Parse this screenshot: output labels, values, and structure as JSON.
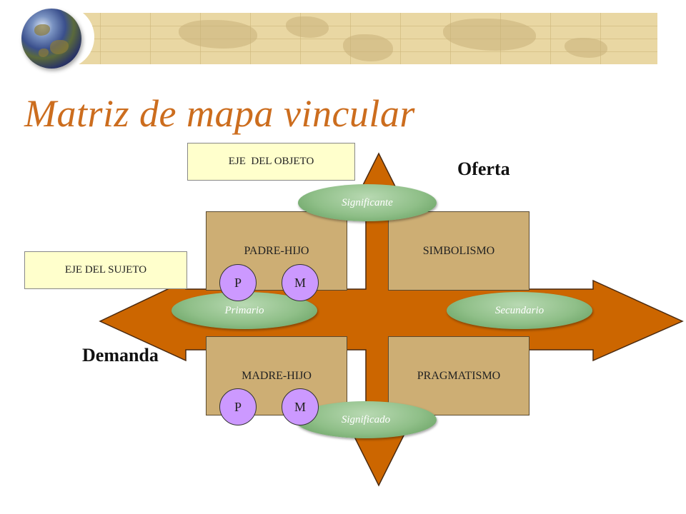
{
  "title": "Matriz de mapa vincular",
  "axis_labels": {
    "objeto": "EJE  DEL OBJETO",
    "sujeto": "EJE DEL SUJETO"
  },
  "poles": {
    "oferta": "Oferta",
    "demanda": "Demanda"
  },
  "quadrants": {
    "top_left": "PADRE-HIJO",
    "top_right": "SIMBOLISMO",
    "bottom_left": "MADRE-HIJO",
    "bottom_right": "PRAGMATISMO"
  },
  "ellipses": {
    "top": "Significante",
    "bottom": "Significado",
    "left": "Primario",
    "right": "Secundario"
  },
  "circles": {
    "top_p": "P",
    "top_m": "M",
    "bottom_p": "P",
    "bottom_m": "M"
  },
  "colors": {
    "title": "#cc6d1e",
    "cross": "#cc6600",
    "quadrant_fill": "#cdae74",
    "ellipse_fill": "#8fbf88",
    "circle_fill": "#cc99ff",
    "label_box_fill": "#ffffcc",
    "header_band": "#e9d7a3"
  }
}
